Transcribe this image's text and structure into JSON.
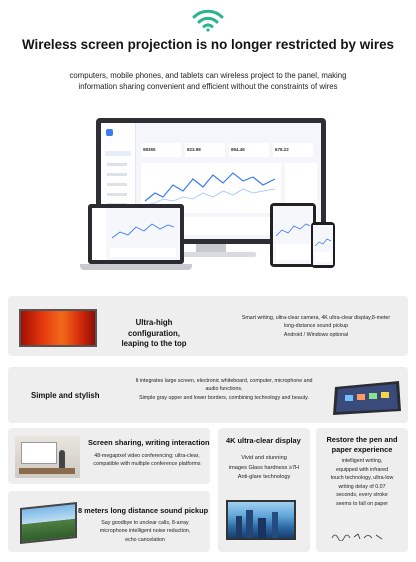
{
  "header": {
    "headline": "Wireless screen projection is no longer restricted by wires",
    "subtitle_line1": "computers, mobile phones, and tablets can wireless project to the panel, making",
    "subtitle_line2": "information sharing convenient and efficient without the constraints of wires"
  },
  "hero": {
    "stats": [
      "98365",
      "823.98",
      "894.46",
      "678.22"
    ]
  },
  "features": {
    "ultra_high": {
      "title_line1": "Ultra-high configuration,",
      "title_line2": "leaping to the top",
      "text_line1": "Smart writing, ultra-clear camera, 4K ultra-clear display,8-meter",
      "text_line2": "long-distance sound pickup",
      "text_line3": "Android / Windows optional"
    },
    "simple": {
      "title": "Simple and stylish",
      "text_line1": "It integrates large screen, electronic whiteboard, computer, microphone and",
      "text_line2": "audio functions.",
      "text_line3": "Simple gray upper and lower borders, combining technology and beauty."
    },
    "sharing": {
      "title": "Screen sharing, writing interaction",
      "text_line1": "48-megapixel video conferencing; ultra-clear,",
      "text_line2": "compatible with multiple conference platforms"
    },
    "display4k": {
      "title": "4K ultra-clear display",
      "text_line1": "Vivid and stunning",
      "text_line2": "images Glass hardness ≥7H",
      "text_line3": "Anti-glare technology"
    },
    "pen": {
      "title_line1": "Restore the pen and",
      "title_line2": "paper experience",
      "text_lines": [
        "intelligent writing,",
        "equipped with infrared",
        "touch technology, ultra-low",
        "writing delay of 0.07",
        "seconds, every stroke",
        "seems to fall on paper"
      ]
    },
    "sound": {
      "title": "8 meters long distance sound pickup",
      "text_line1": "Say goodbye to unclear calls, 8-array",
      "text_line2": "microphone intelligent noise reduction,",
      "text_line3": "echo cancelation"
    }
  },
  "colors": {
    "wifi": "#2bb58f",
    "panel_bg": "#eeeeee",
    "chart_line": "#3a7bf0"
  }
}
